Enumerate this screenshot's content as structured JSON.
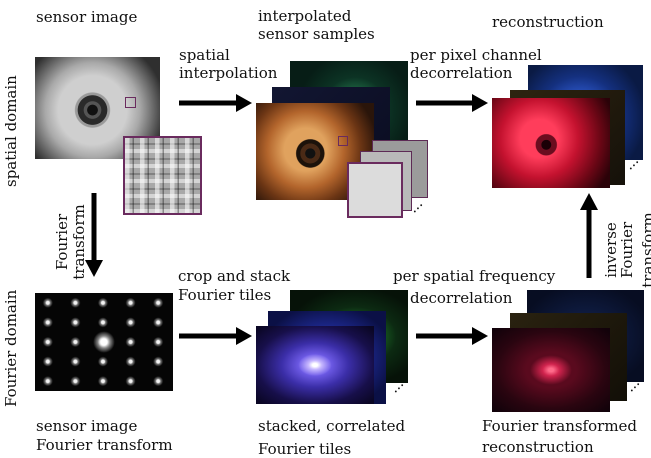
{
  "labels": {
    "sensor_image_top": "sensor image",
    "interpolated_1": "interpolated",
    "interpolated_2": "sensor samples",
    "reconstruction_top": "reconstruction",
    "spatial_interp_1": "spatial",
    "spatial_interp_2": "interpolation",
    "per_pixel_1": "per pixel channel",
    "per_pixel_2": "decorrelation",
    "spatial_domain": "spatial domain",
    "fourier_transform_1": "Fourier",
    "fourier_transform_2": "transform",
    "crop_stack_1": "crop and stack",
    "crop_stack_2": "Fourier tiles",
    "per_freq_1": "per spatial frequency",
    "per_freq_2": "decorrelation",
    "inverse_1": "inverse",
    "inverse_2": "Fourier",
    "inverse_3": "transform",
    "fourier_domain": "Fourier domain",
    "sensor_fft_1": "sensor image",
    "sensor_fft_2": "Fourier transform",
    "stacked_1": "stacked, correlated",
    "stacked_2": "Fourier tiles",
    "ft_recon_1": "Fourier transformed",
    "ft_recon_2": "reconstruction",
    "ellipsis": "..."
  },
  "colors": {
    "zoom_frame": "#6a2b5e",
    "arrow": "#000000"
  }
}
